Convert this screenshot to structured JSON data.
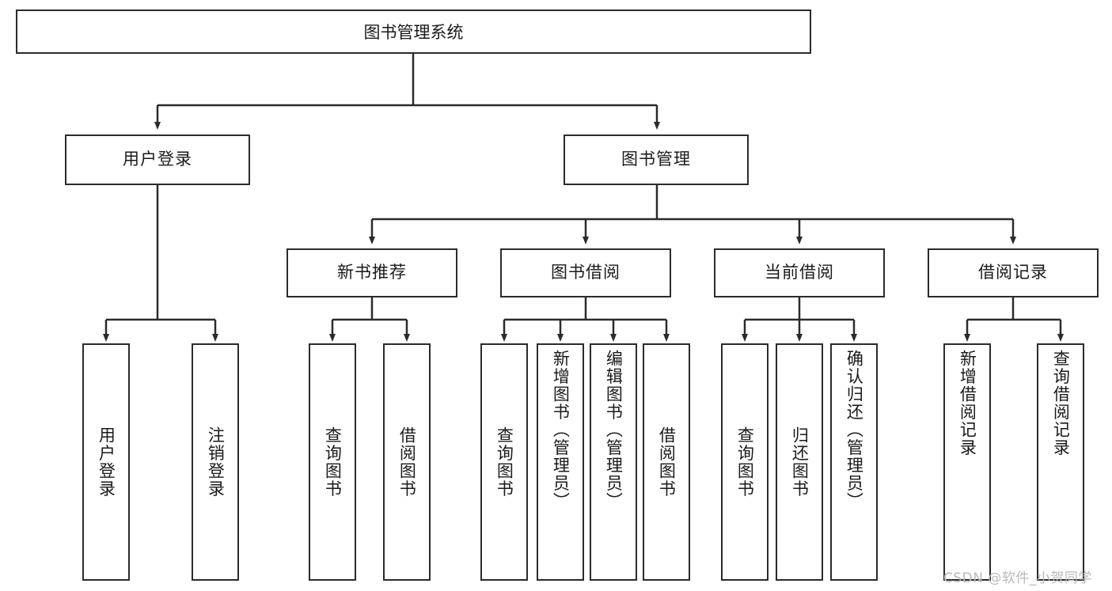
{
  "diagram": {
    "type": "tree-hierarchy",
    "title": "图书管理系统",
    "watermark": "CSDN @软件_小贺同学",
    "colors": {
      "border": "#2b2b2b",
      "text": "#1a1a1a",
      "background": "#ffffff",
      "watermark": "#b9b9b9"
    },
    "nodes": {
      "root": {
        "label": "图书管理系统"
      },
      "level2": [
        {
          "label": "用户登录"
        },
        {
          "label": "图书管理"
        }
      ],
      "level3": [
        {
          "label": "新书推荐"
        },
        {
          "label": "图书借阅"
        },
        {
          "label": "当前借阅"
        },
        {
          "label": "借阅记录"
        }
      ],
      "leaves": {
        "user_login": [
          {
            "label": "用户登录"
          },
          {
            "label": "注销登录"
          }
        ],
        "new_book": [
          {
            "label": "查询图书"
          },
          {
            "label": "借阅图书"
          }
        ],
        "book_borrow": [
          {
            "label": "查询图书"
          },
          {
            "label": "新增图书（管理员）"
          },
          {
            "label": "编辑图书（管理员）"
          },
          {
            "label": "借阅图书"
          }
        ],
        "current_borrow": [
          {
            "label": "查询图书"
          },
          {
            "label": "归还图书"
          },
          {
            "label": "确认归还（管理员）"
          }
        ],
        "borrow_record": [
          {
            "label": "新增借阅记录"
          },
          {
            "label": "查询借阅记录"
          }
        ]
      }
    }
  }
}
